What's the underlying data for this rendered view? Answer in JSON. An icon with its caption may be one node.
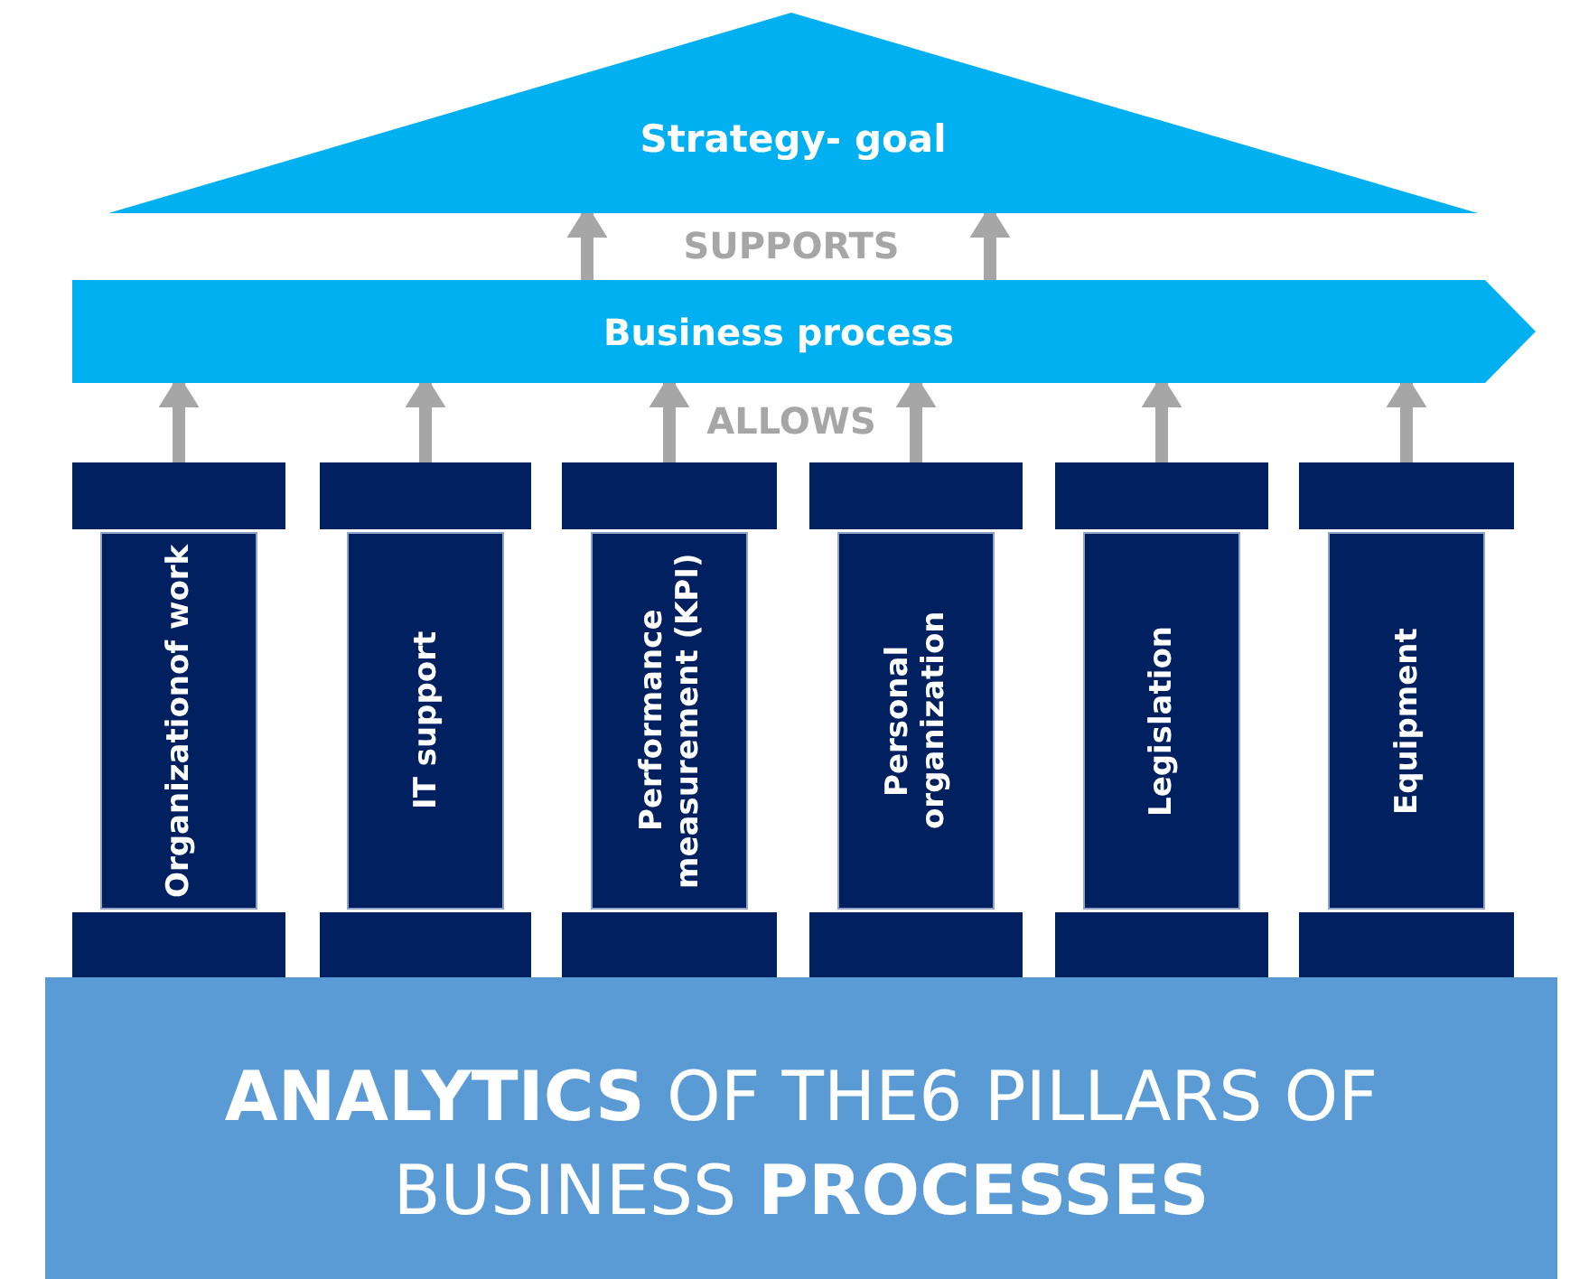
{
  "diagram": {
    "nodes": [
      {
        "text": [
          "Strategy- goal"
        ]
      },
      {
        "text": [
          "Business process"
        ]
      },
      {
        "text": [
          "Organizationof work"
        ]
      },
      {
        "text": [
          "IT support"
        ]
      },
      {
        "text": [
          "Performance measurement (KPI)"
        ]
      },
      {
        "text": [
          "Personal organization"
        ]
      },
      {
        "text": [
          "Legislation"
        ]
      },
      {
        "text": [
          "Equipment"
        ]
      },
      {
        "text": [
          "**ANALYTICS** OF THE6 PILLARS OF BUSINESS **PROCESSES**"
        ]
      }
    ],
    "edges": [
      {
        "from": 1,
        "to": 0,
        "arrow": "to"
      },
      {
        "from": 1,
        "to": 0,
        "arrow": "to"
      },
      {
        "from": 2,
        "to": 1,
        "arrow": "to"
      },
      {
        "from": 3,
        "to": 1,
        "arrow": "to"
      },
      {
        "from": 4,
        "to": 1,
        "arrow": "to"
      },
      {
        "from": 5,
        "to": 1,
        "arrow": "to"
      },
      {
        "from": 6,
        "to": 1,
        "arrow": "to"
      },
      {
        "from": 7,
        "to": 1,
        "arrow": "to"
      }
    ],
    "labels": [
      "SUPPORTS",
      "ALLOWS"
    ]
  }
}
